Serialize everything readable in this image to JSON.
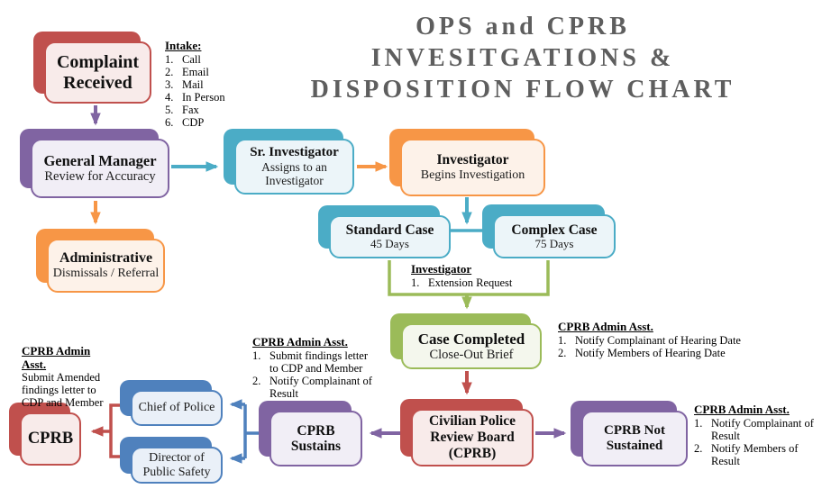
{
  "title": {
    "lines": [
      "OPS and CPRB",
      "INVESITGATIONS &",
      "DISPOSITION FLOW CHART"
    ]
  },
  "palette": {
    "red": "#C0504D",
    "orange": "#F79646",
    "purple": "#8064A2",
    "teal": "#4BACC6",
    "green": "#9BBB59",
    "blue": "#4F81BD",
    "title_gray": "#5E5E5E"
  },
  "nodes": {
    "complaint_received": {
      "title": "Complaint Received"
    },
    "general_manager": {
      "title": "General Manager",
      "subtitle": "Review for Accuracy"
    },
    "administrative": {
      "title": "Administrative",
      "subtitle": "Dismissals / Referral"
    },
    "sr_investigator": {
      "title": "Sr. Investigator",
      "subtitle": "Assigns to an Investigator"
    },
    "investigator": {
      "title": "Investigator",
      "subtitle": "Begins Investigation"
    },
    "standard_case": {
      "title": "Standard Case",
      "subtitle": "45 Days"
    },
    "complex_case": {
      "title": "Complex Case",
      "subtitle": "75 Days"
    },
    "case_completed": {
      "title": "Case Completed",
      "subtitle": "Close-Out Brief"
    },
    "cprb_board": {
      "title": "Civilian Police Review Board (CPRB)"
    },
    "cprb_sustains": {
      "title": "CPRB Sustains"
    },
    "cprb_not_sustained": {
      "title": "CPRB Not Sustained"
    },
    "chief_of_police": {
      "title": "Chief of Police"
    },
    "director_public_safety": {
      "title": "Director of Public Safety"
    },
    "cprb_final": {
      "title": "CPRB"
    }
  },
  "notes": {
    "intake": {
      "heading": "Intake:",
      "items": [
        {
          "num": "1.",
          "text": "Call"
        },
        {
          "num": "2.",
          "text": "Email"
        },
        {
          "num": "3.",
          "text": "Mail"
        },
        {
          "num": "4.",
          "text": "In Person"
        },
        {
          "num": "5.",
          "text": "Fax"
        },
        {
          "num": "6.",
          "text": "CDP"
        }
      ]
    },
    "extension": {
      "heading": "Investigator",
      "items": [
        {
          "num": "1.",
          "text": "Extension Request"
        }
      ]
    },
    "hearing": {
      "heading": "CPRB Admin Asst.",
      "items": [
        {
          "num": "1.",
          "text": "Notify Complainant of Hearing Date"
        },
        {
          "num": "2.",
          "text": "Notify Members of Hearing Date"
        }
      ]
    },
    "findings": {
      "heading": "CPRB Admin Asst.",
      "items": [
        {
          "num": "1.",
          "text": "Submit findings letter to CDP and Member"
        },
        {
          "num": "2.",
          "text": "Notify Complainant of Result"
        }
      ]
    },
    "amended": {
      "heading": "CPRB Admin Asst.",
      "body": "Submit Amended findings letter to CDP and Member"
    },
    "result": {
      "heading": "CPRB Admin Asst.",
      "items": [
        {
          "num": "1.",
          "text": "Notify Complainant of Result"
        },
        {
          "num": "2.",
          "text": "Notify Members of Result"
        }
      ]
    }
  }
}
